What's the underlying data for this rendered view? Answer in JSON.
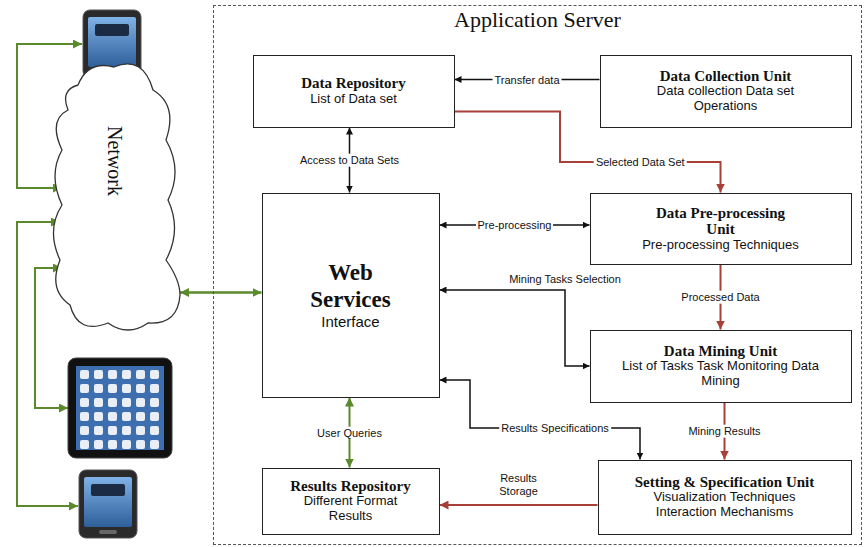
{
  "diagram": {
    "nodes": [
      {
        "text": [
          "Application Server"
        ]
      },
      {
        "text": [
          "Data Repository",
          "List of Data set"
        ],
        "in": 0
      },
      {
        "text": [
          "Data Collection Unit",
          "Data collection Data set Operations"
        ],
        "in": 0
      },
      {
        "text": [
          "Web Services",
          "Interface"
        ],
        "in": 0
      },
      {
        "text": [
          "Data Pre-processing Unit",
          "Pre-processing Techniques"
        ],
        "in": 0
      },
      {
        "text": [
          "Data Mining Unit",
          "List of Tasks Task Monitoring Data Mining"
        ],
        "in": 0
      },
      {
        "text": [
          "Results Repository",
          "Different Format Results"
        ],
        "in": 0
      },
      {
        "text": [
          "Setting & Specification Unit",
          "Visualization Techniques Interaction Mechanisms"
        ],
        "in": 0
      },
      {
        "text": [
          "Network"
        ]
      }
    ],
    "edges": [
      {
        "from": 2,
        "to": 1,
        "label": "Transfer data",
        "arrow": "to"
      },
      {
        "from": 1,
        "to": 3,
        "label": "Access to Data Sets",
        "arrow": "both"
      },
      {
        "from": 1,
        "to": 4,
        "label": "Selected Data Set",
        "arrow": "to"
      },
      {
        "from": 3,
        "to": 4,
        "label": "Pre-processing",
        "arrow": "both"
      },
      {
        "from": 4,
        "to": 5,
        "label": "Processed Data",
        "arrow": "to"
      },
      {
        "from": 3,
        "to": 5,
        "label": "Mining Tasks Selection",
        "arrow": "both"
      },
      {
        "from": 5,
        "to": 7,
        "label": "Mining Results",
        "arrow": "to"
      },
      {
        "from": 3,
        "to": 7,
        "label": "Results Specifications",
        "arrow": "both"
      },
      {
        "from": 7,
        "to": 6,
        "label": "Results Storage",
        "arrow": "to"
      },
      {
        "from": 3,
        "to": 6,
        "label": "User Queries",
        "arrow": "both"
      },
      {
        "from": 8,
        "to": 3,
        "arrow": "both"
      }
    ]
  }
}
